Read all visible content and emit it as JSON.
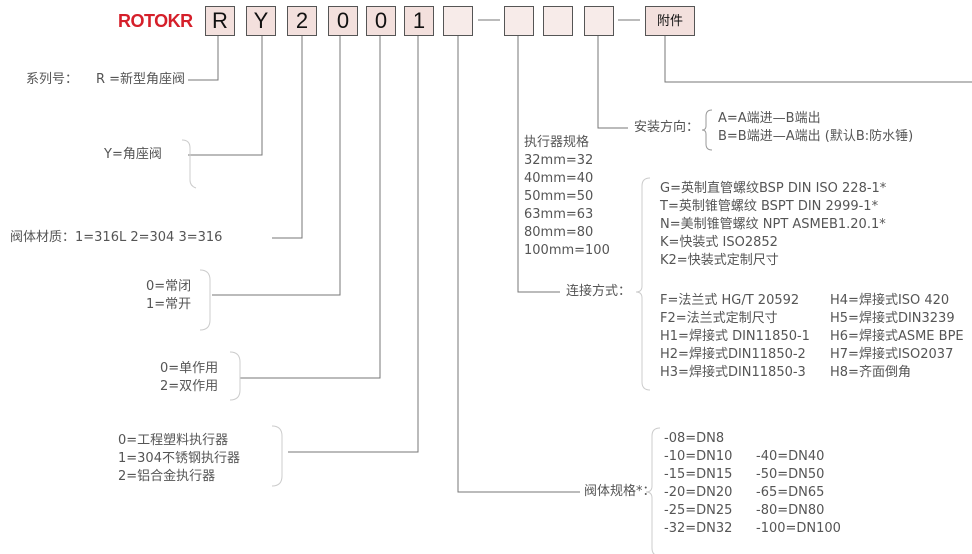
{
  "brand": "ROTOKR",
  "code_boxes": [
    "R",
    "Y",
    "2",
    "0",
    "0",
    "1",
    "",
    "",
    "",
    "",
    ""
  ],
  "separator": "—",
  "accessory_label": "附件",
  "series": {
    "label": "系列号：",
    "value": "R =新型角座阀"
  },
  "valve_type": "Y=角座阀",
  "body_material": "阀体材质：1=316L  2=304  3=316",
  "normal_state": [
    "0=常闭",
    "1=常开"
  ],
  "action": [
    "0=单作用",
    "2=双作用"
  ],
  "actuator_material": [
    "0=工程塑料执行器",
    "1=304不锈钢执行器",
    "2=铝合金执行器"
  ],
  "actuator_spec": {
    "title": "执行器规格",
    "items": [
      "32mm=32",
      "40mm=40",
      "50mm=50",
      "63mm=63",
      "80mm=80",
      "100mm=100"
    ]
  },
  "install_direction": {
    "label": "安装方向：",
    "items": [
      "A=A端进—B端出",
      "B=B端进—A端出 (默认B:防水锤)"
    ]
  },
  "connection": {
    "label": "连接方式：",
    "items": [
      "G=英制直管螺纹BSP DIN ISO 228-1*",
      "T=英制锥管螺纹 BSPT DIN 2999-1*",
      "N=美制锥管螺纹 NPT ASMEB1.20.1*",
      "K=快装式 ISO2852",
      "K2=快装式定制尺寸"
    ],
    "left_col": [
      "F=法兰式 HG/T 20592",
      "F2=法兰式定制尺寸",
      "H1=焊接式 DIN11850-1",
      "H2=焊接式DIN11850-2",
      "H3=焊接式DIN11850-3"
    ],
    "right_col": [
      "H4=焊接式ISO 420",
      "H5=焊接式DIN3239",
      "H6=焊接式ASME BPE",
      "H7=焊接式ISO2037",
      "H8=齐面倒角"
    ]
  },
  "body_size": {
    "label": "阀体规格*：",
    "first": "-08=DN8",
    "left_col": [
      "-10=DN10",
      "-15=DN15",
      "-20=DN20",
      "-25=DN25",
      "-32=DN32"
    ],
    "right_col": [
      "-40=DN40",
      "-50=DN50",
      "-65=DN65",
      "-80=DN80",
      "-100=DN100"
    ]
  }
}
